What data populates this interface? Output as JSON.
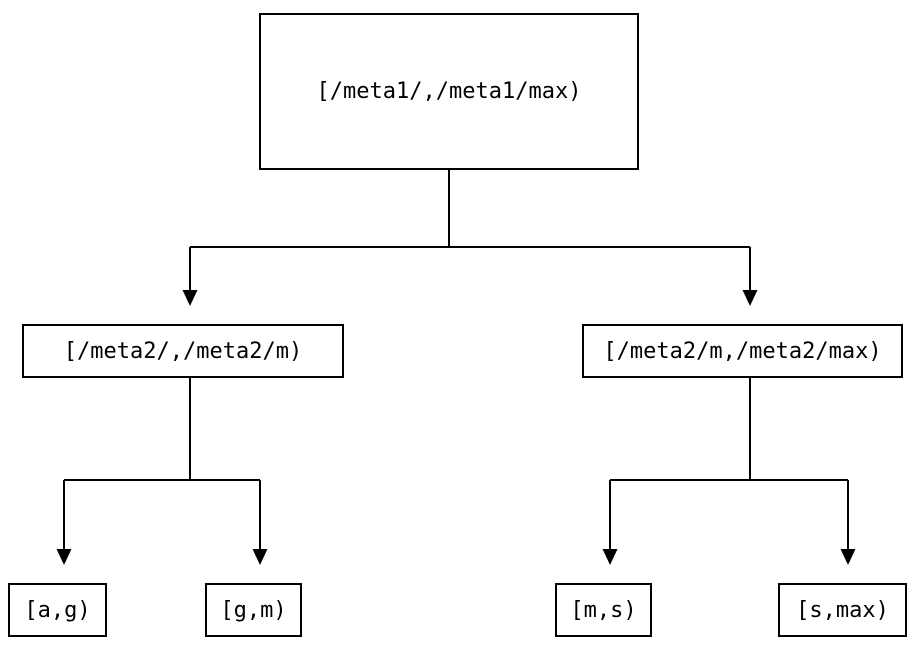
{
  "diagram": {
    "type": "tree",
    "description": "Binary key-range partition tree",
    "colors": {
      "background": "#ffffff",
      "line": "#000000",
      "box_border": "#000000",
      "text": "#000000"
    },
    "nodes": {
      "root": {
        "label": "[/meta1/,/meta1/max)"
      },
      "left_child": {
        "label": "[/meta2/,/meta2/m)"
      },
      "right_child": {
        "label": "[/meta2/m,/meta2/max)"
      },
      "leaf_ag": {
        "label": "[a,g)"
      },
      "leaf_gm": {
        "label": "[g,m)"
      },
      "leaf_ms": {
        "label": "[m,s)"
      },
      "leaf_smax": {
        "label": "[s,max)"
      }
    },
    "edges": [
      {
        "from": "root",
        "to": "left_child"
      },
      {
        "from": "root",
        "to": "right_child"
      },
      {
        "from": "left_child",
        "to": "leaf_ag"
      },
      {
        "from": "left_child",
        "to": "leaf_gm"
      },
      {
        "from": "right_child",
        "to": "leaf_ms"
      },
      {
        "from": "right_child",
        "to": "leaf_smax"
      }
    ]
  }
}
